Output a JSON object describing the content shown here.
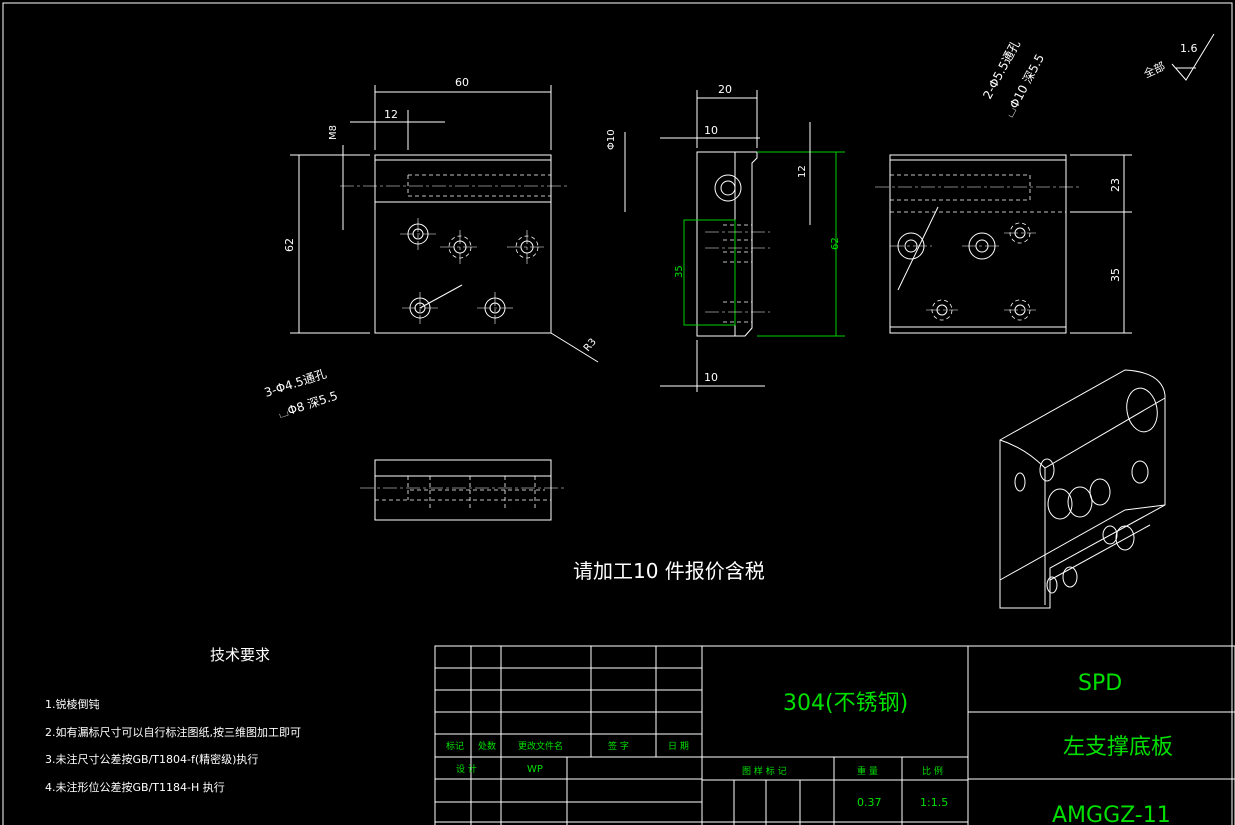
{
  "drawing": {
    "dims": {
      "front_width": "60",
      "front_hole_offset": "12",
      "front_thread": "M8",
      "front_height": "62",
      "front_radius": "R3",
      "front_hole_note_line1": "3-Φ4.5通孔",
      "front_hole_note_line2": "⌴Φ8 深5.5",
      "side_top": "20",
      "side_upper": "10",
      "side_phi": "Φ10",
      "side_12": "12",
      "side_62": "62",
      "side_35": "35",
      "side_bottom": "10",
      "right_hole_note_line1": "2-Φ5.5通孔",
      "right_hole_note_line2": "⌴Φ10 深5.5",
      "right_23": "23",
      "right_35": "35"
    },
    "roughness_label": "全部",
    "roughness_value": "1.6",
    "quote_note": "请加工10 件报价含税"
  },
  "tech_requirements": {
    "title": "技术要求",
    "items": [
      "1.锐棱倒钝",
      "2.如有漏标尺寸可以自行标注图纸,按三维图加工即可",
      "3.未注尺寸公差按GB/T1804-f(精密级)执行",
      "4.未注形位公差按GB/T1184-H    执行"
    ]
  },
  "title_block": {
    "material": "304(不锈钢)",
    "company": "SPD",
    "part_name": "左支撑底板",
    "part_number": "AMGGZ-11",
    "header_labels": [
      "标记",
      "处数",
      "更改文件名",
      "签 字",
      "日 期"
    ],
    "design_label": "设 计",
    "designer": "WP",
    "stage_label": "图 样 标 记",
    "weight_label": "重 量",
    "scale_label": "比 例",
    "weight": "0.37",
    "scale": "1:1.5"
  }
}
